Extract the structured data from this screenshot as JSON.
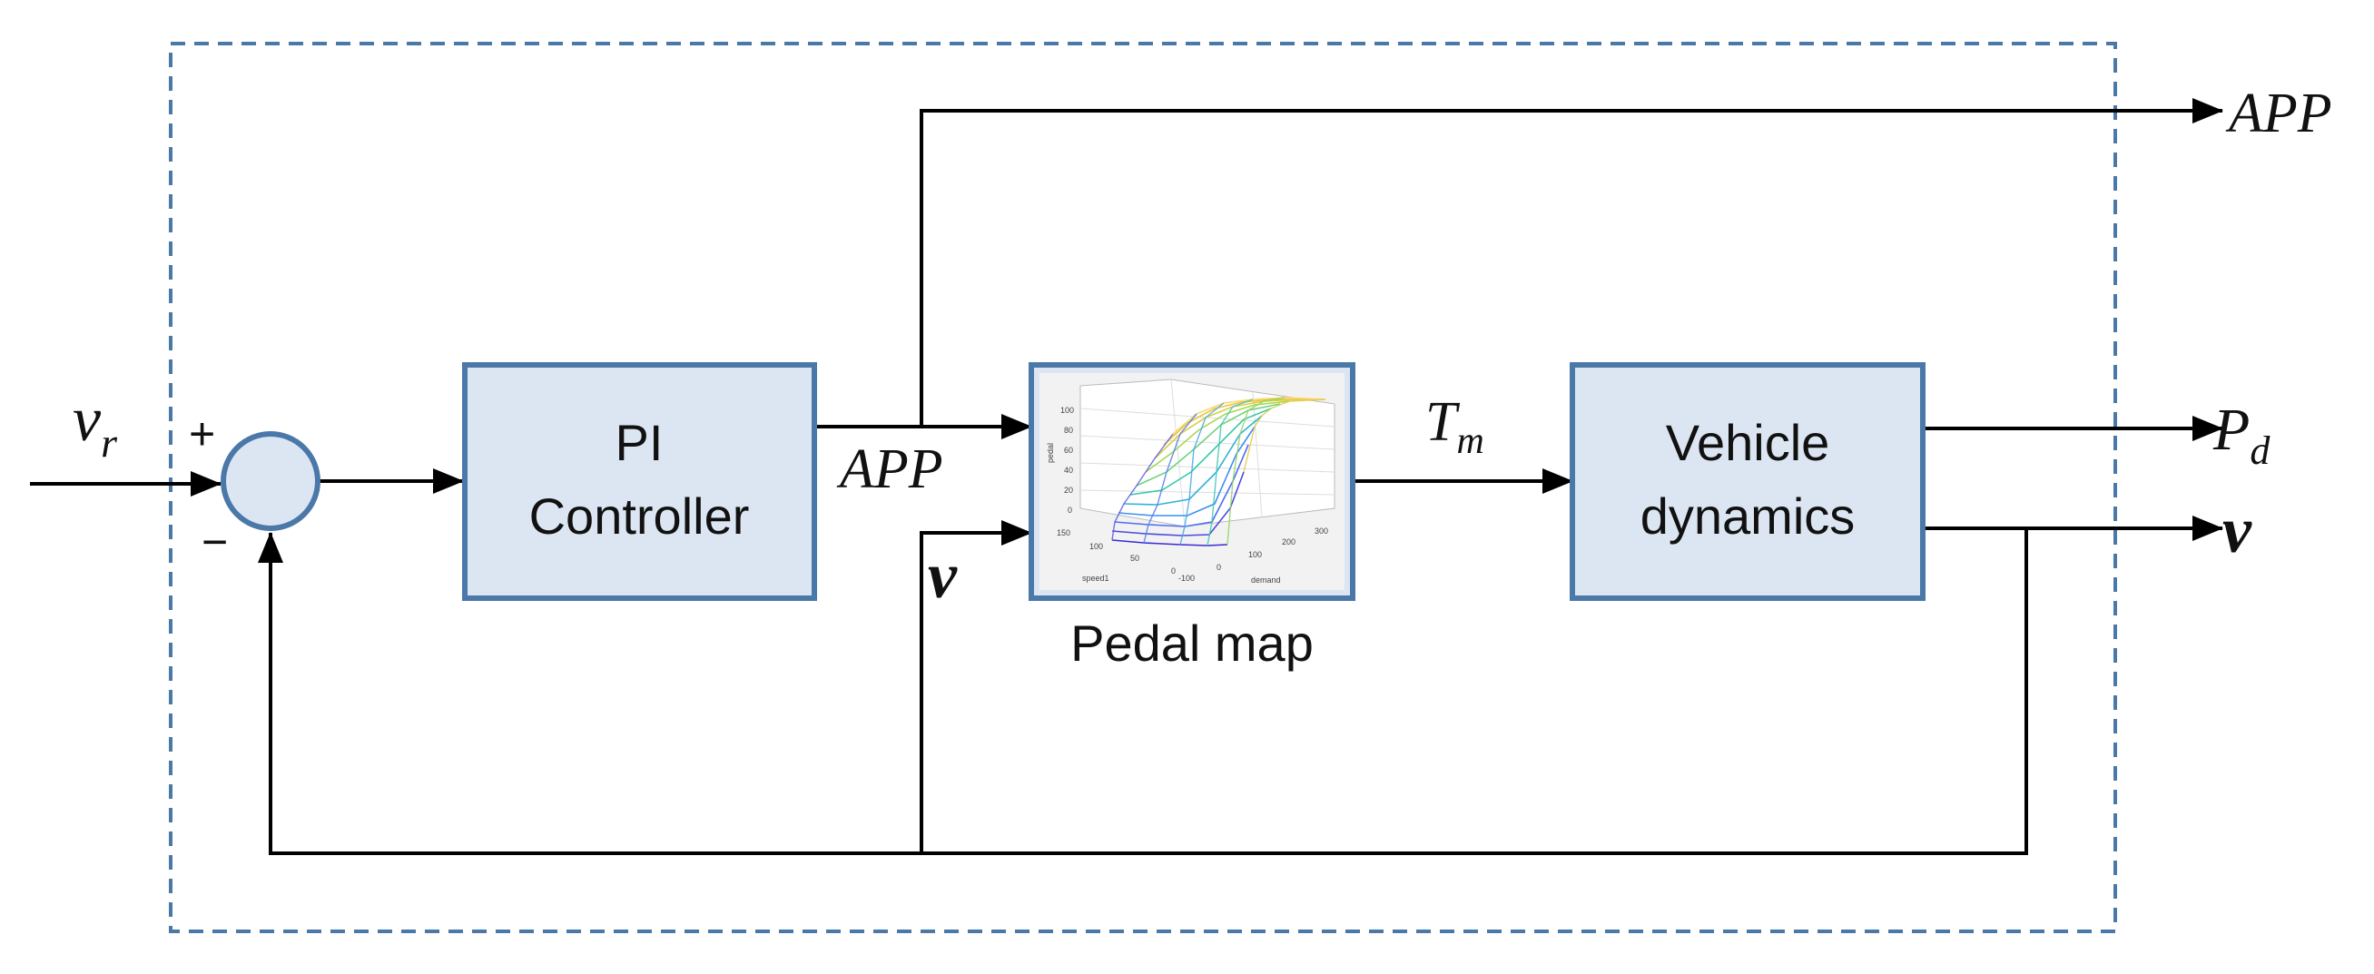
{
  "diagram": {
    "colors": {
      "block_fill": "#dce6f2",
      "block_stroke": "#4a78a8",
      "frame_stroke": "#4a78a8",
      "line": "#000000"
    },
    "blocks": {
      "pi": {
        "line1": "PI",
        "line2": "Controller"
      },
      "pedal": {
        "caption": "Pedal map"
      },
      "vehicle": {
        "line1": "Vehicle",
        "line2": "dynamics"
      }
    },
    "summing_junction": {
      "plus": "+",
      "minus": "−"
    },
    "signals": {
      "input": {
        "base": "v",
        "sub": "r"
      },
      "app_out": "APP",
      "app_internal": "APP",
      "v_internal": "v",
      "tm": {
        "base": "T",
        "sub": "m"
      },
      "pd": {
        "base": "P",
        "sub": "d"
      },
      "v_out": "v"
    },
    "pedal_map_plot": {
      "zlabel": "pedal",
      "xlabel": "speed1",
      "ylabel": "demand",
      "z_ticks": [
        "100",
        "80",
        "60",
        "40",
        "20",
        "0"
      ],
      "speed_ticks": [
        "150",
        "100",
        "50",
        "0"
      ],
      "demand_ticks": [
        "-100",
        "0",
        "100",
        "200",
        "300"
      ]
    }
  }
}
